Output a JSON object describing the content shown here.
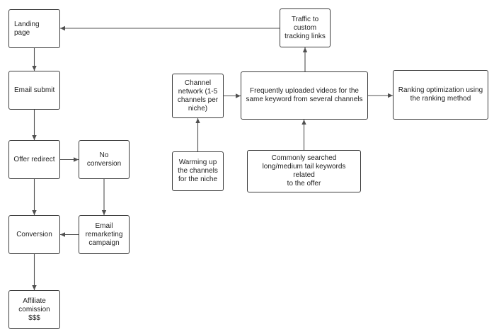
{
  "colors": {
    "edge": "#505050",
    "border": "#3a3a3a",
    "text": "#1f1f1f",
    "background": "#ffffff"
  },
  "nodes": {
    "landing_page": "Landing page",
    "email_submit": "Email submit",
    "offer_redirect": "Offer redirect",
    "no_conversion": "No\nconversion",
    "conversion": "Conversion",
    "email_remarketing": "Email\nremarketing\ncampaign",
    "affiliate_commission": "Affiliate\ncomission\n$$$",
    "traffic_tracking": "Traffic to\ncustom\ntracking links",
    "channel_network": "Channel\nnetwork (1-5\nchannels per\nniche)",
    "frequent_videos": "Frequently uploaded videos for the\nsame keyword from several channels",
    "ranking_optimization": "Ranking optimization using\nthe ranking method",
    "warming_up": "Warming up\nthe channels\nfor the niche",
    "keywords": "Commonly searched\nlong/medium tail keywords related\nto the offer"
  },
  "edges": [
    {
      "from": "landing_page",
      "to": "email_submit"
    },
    {
      "from": "email_submit",
      "to": "offer_redirect"
    },
    {
      "from": "offer_redirect",
      "to": "no_conversion"
    },
    {
      "from": "offer_redirect",
      "to": "conversion"
    },
    {
      "from": "no_conversion",
      "to": "email_remarketing"
    },
    {
      "from": "email_remarketing",
      "to": "conversion"
    },
    {
      "from": "conversion",
      "to": "affiliate_commission"
    },
    {
      "from": "traffic_tracking",
      "to": "landing_page"
    },
    {
      "from": "warming_up",
      "to": "channel_network"
    },
    {
      "from": "channel_network",
      "to": "frequent_videos"
    },
    {
      "from": "keywords",
      "to": "frequent_videos"
    },
    {
      "from": "frequent_videos",
      "to": "traffic_tracking"
    },
    {
      "from": "frequent_videos",
      "to": "ranking_optimization"
    }
  ]
}
